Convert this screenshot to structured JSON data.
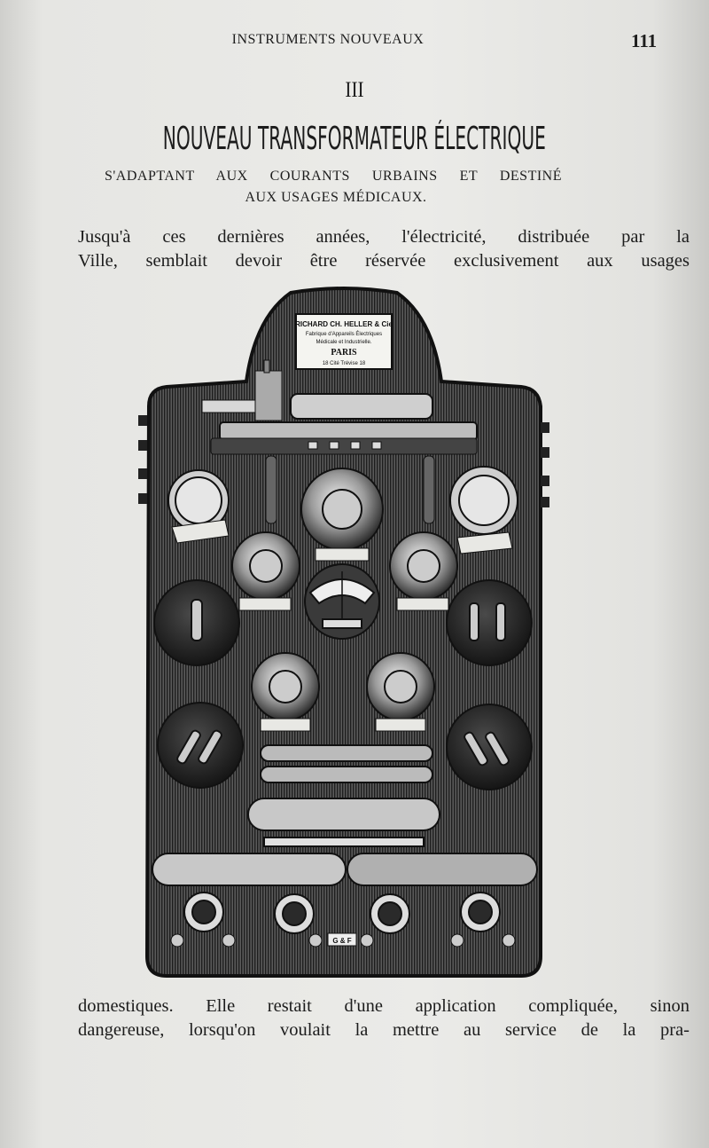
{
  "header": {
    "running_title": "INSTRUMENTS NOUVEAUX",
    "page_number": "111"
  },
  "section": {
    "number": "III",
    "title": "NOUVEAU TRANSFORMATEUR ÉLECTRIQUE",
    "subtitle_line1": "S'ADAPTANT AUX COURANTS URBAINS ET DESTINÉ",
    "subtitle_line2": "AUX USAGES MÉDICAUX."
  },
  "body": {
    "lines_before_figure": [
      "Jusqu'à ces dernières années, l'électricité, distribuée par la",
      "Ville, semblait devoir être réservée exclusivement aux usages"
    ],
    "lines_after_figure": [
      "domestiques. Elle restait d'une application compliquée, sinon",
      "dangereuse, lorsqu'on voulait la mettre au service de la pra-"
    ]
  },
  "figure": {
    "maker_plate": [
      "RICHARD CH. HELLER & Cie",
      "Fabrique d'Appareils Électriques",
      "Médicale et Industrielle.",
      "PARIS",
      "18 Cité Trévise 18"
    ],
    "labels": {
      "center_bottom": "G & F"
    }
  },
  "colors": {
    "paper": "#e8e8e5",
    "ink": "#1c1c1c",
    "panel": "#3a3a3a"
  }
}
